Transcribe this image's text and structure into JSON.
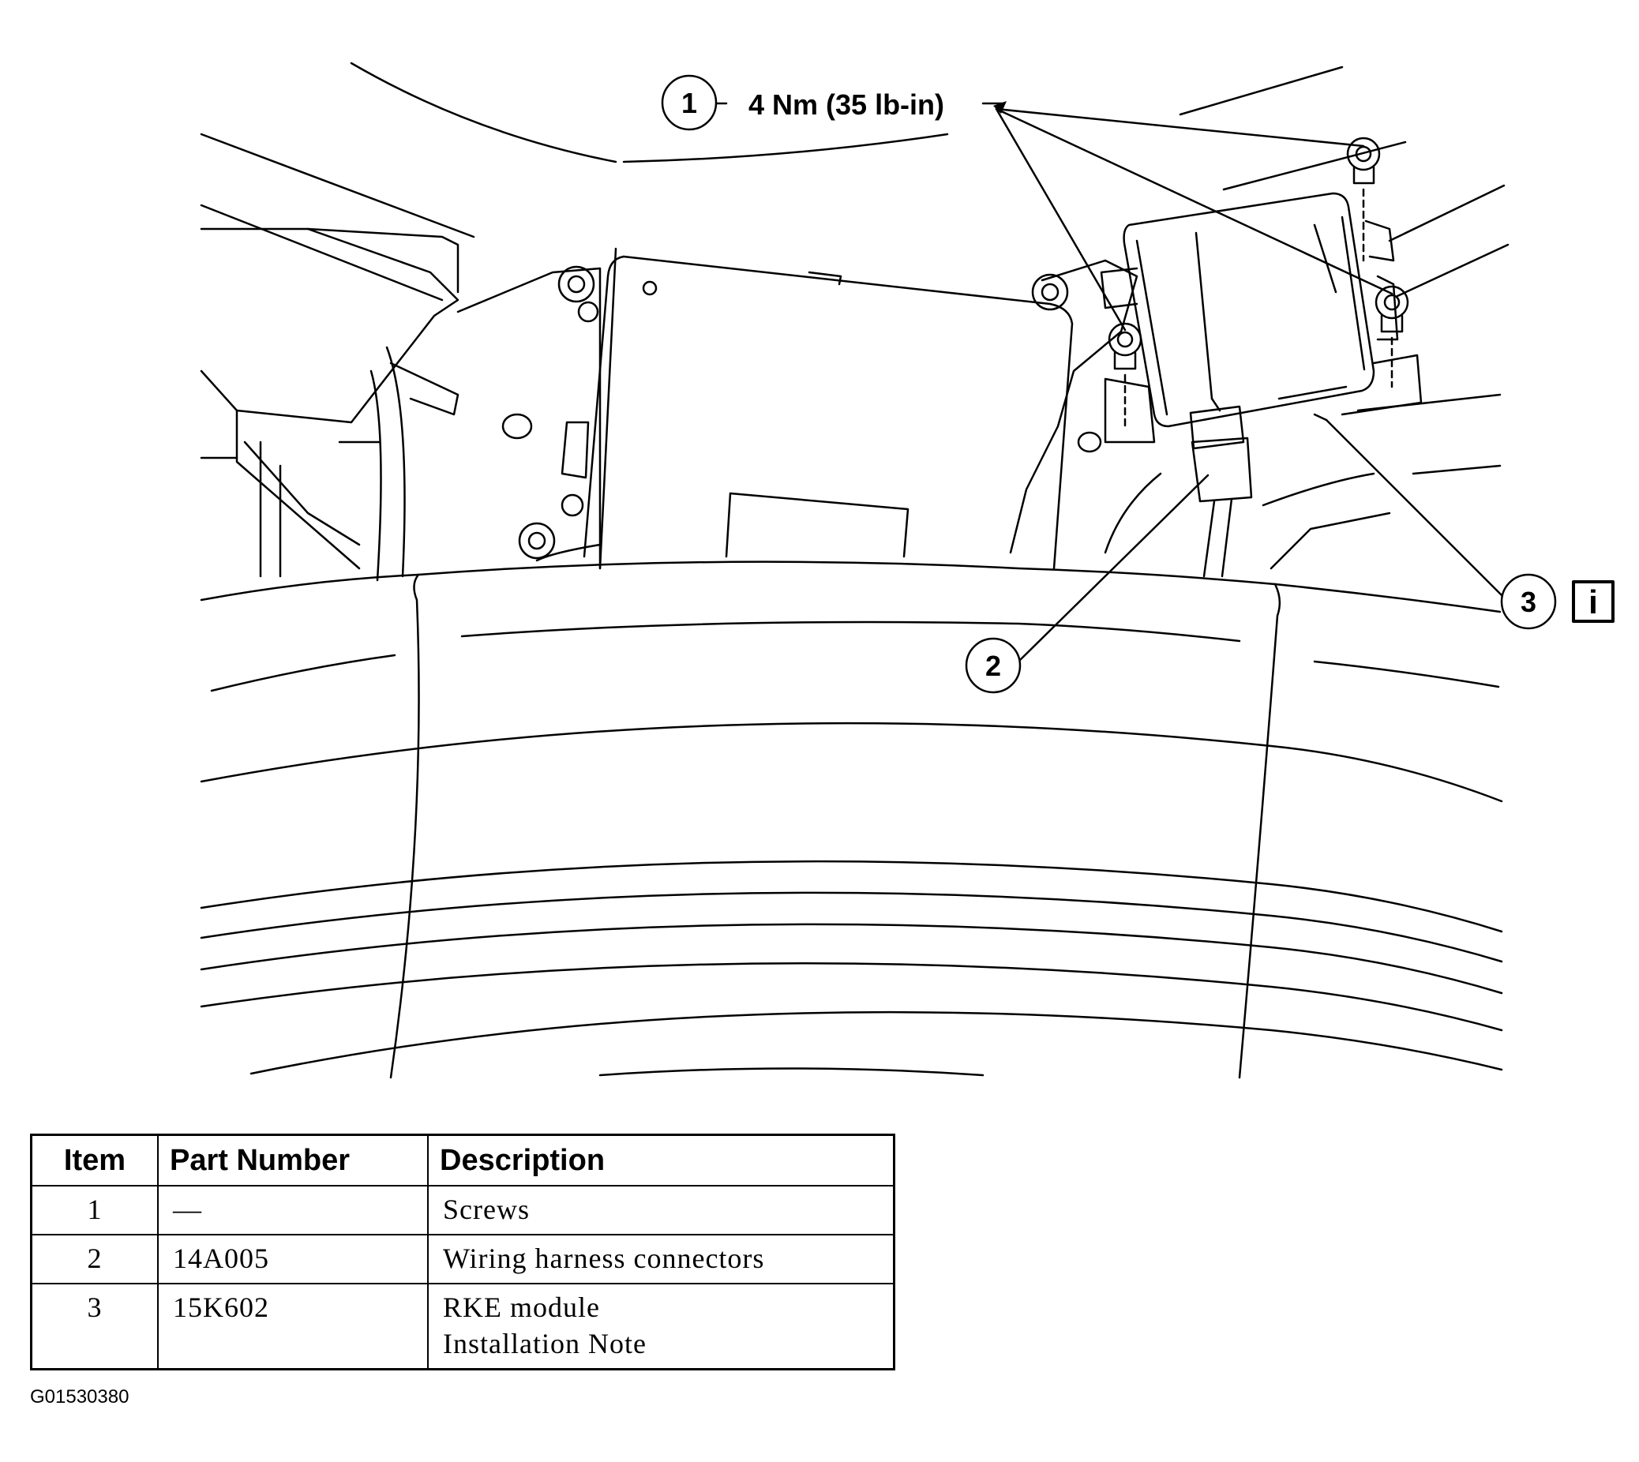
{
  "callouts": [
    {
      "number": "1",
      "label": "4 Nm (35 lb-in)"
    },
    {
      "number": "2",
      "label": ""
    },
    {
      "number": "3",
      "label": ""
    }
  ],
  "info_icon": {
    "icon": "info-icon",
    "glyph": "i"
  },
  "table": {
    "headers": {
      "item": "Item",
      "part_number": "Part Number",
      "description": "Description"
    },
    "rows": [
      {
        "item": "1",
        "part_number": "—",
        "description": [
          "Screws"
        ]
      },
      {
        "item": "2",
        "part_number": "14A005",
        "description": [
          "Wiring harness connectors"
        ]
      },
      {
        "item": "3",
        "part_number": "15K602",
        "description": [
          "RKE module",
          "Installation Note"
        ]
      }
    ]
  },
  "figure_id": "G01530380"
}
